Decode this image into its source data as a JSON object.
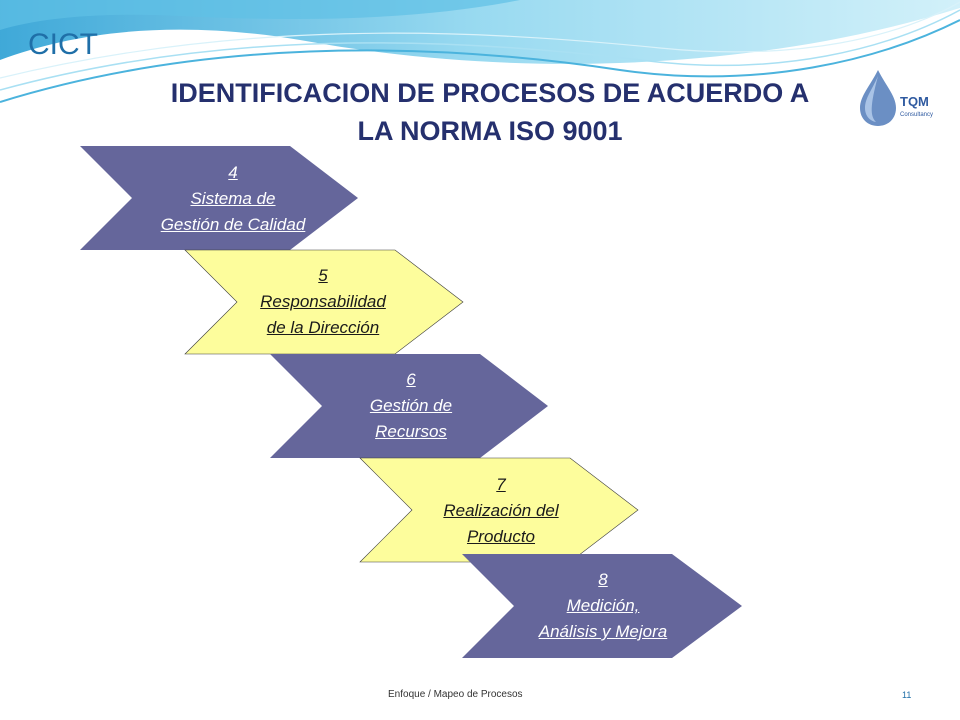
{
  "header": {
    "brand": "CICT",
    "title_line1": "IDENTIFICACION DE PROCESOS DE ACUERDO A",
    "title_line2": "LA NORMA ISO 9001"
  },
  "logo": {
    "text": "TQM",
    "subtext": "Consultancy"
  },
  "steps": [
    {
      "number": "4",
      "line1": "Sistema de",
      "line2": "Gestión de Calidad",
      "color": "#65669b"
    },
    {
      "number": "5",
      "line1": "Responsabilidad",
      "line2": "de la Dirección",
      "color": "#fdfd9c"
    },
    {
      "number": "6",
      "line1": "Gestión de",
      "line2": "Recursos",
      "color": "#65669b"
    },
    {
      "number": "7",
      "line1": "Realización del",
      "line2": "Producto",
      "color": "#fdfd9c"
    },
    {
      "number": "8",
      "line1": "Medición,",
      "line2": "Análisis y Mejora",
      "color": "#65669b"
    }
  ],
  "footer": {
    "text": "Enfoque / Mapeo de Procesos",
    "page": "11"
  },
  "colors": {
    "title": "#25306e",
    "brand": "#1f6fa8",
    "dark_step": "#65669b",
    "light_step": "#fdfd9c"
  }
}
